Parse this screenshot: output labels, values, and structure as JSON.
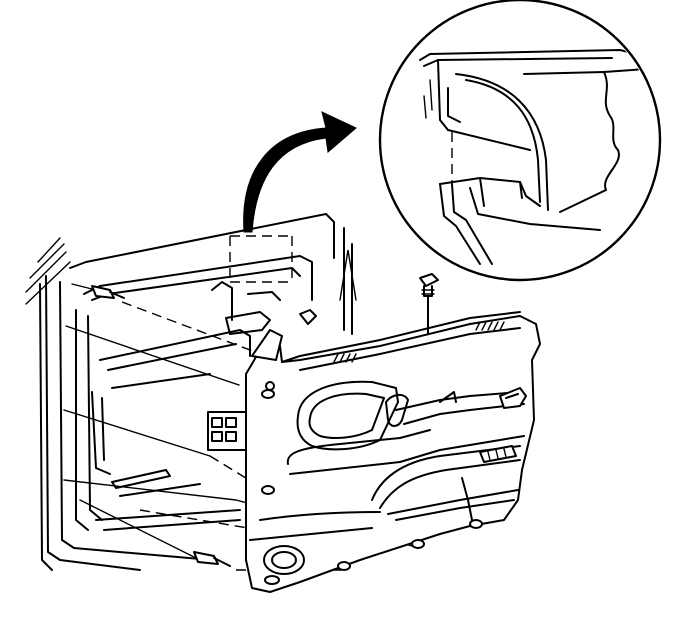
{
  "diagram": {
    "colors": {
      "ink": "#000000",
      "paper": "#ffffff"
    },
    "parts": [
      "door-frame",
      "door-trim-panel",
      "detail-magnifier",
      "retaining-clip",
      "trim-screw",
      "power-window-switch",
      "door-handle-bezel",
      "arm-rest",
      "speaker-grille",
      "curved-arrow"
    ]
  }
}
